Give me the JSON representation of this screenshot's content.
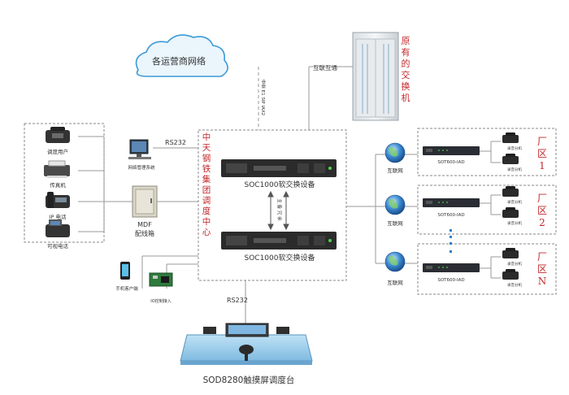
{
  "cloud_label": "各运营商网络",
  "carrier_link_label": "中继 E1 SIP IAX2",
  "old_switch": {
    "interconnect_label": "互联互通",
    "title_chars": [
      "原",
      "有",
      "的",
      "交",
      "换",
      "机"
    ]
  },
  "control_center": {
    "rs232_top": "RS232",
    "title_chars": [
      "中",
      "天",
      "钢",
      "铁",
      "集",
      "团",
      "调",
      "度",
      "中",
      "心"
    ]
  },
  "switch1_label": "SOC1000软交换设备",
  "switch2_label": "SOC1000软交换设备",
  "backup_link_label": "主 备 冗 余",
  "management_label": "网络管理系统",
  "mdf_label_1": "MDF",
  "mdf_label_2": "配线箱",
  "left_devices": [
    "调度用户",
    "传真机",
    "IP 电话",
    "可视电话"
  ],
  "mobile_label": "手机客户端",
  "io_label": "IO控制接入",
  "rs232_bottom": "RS232",
  "console_label": "SOD8280触摸屏调度台",
  "plants": [
    {
      "network": "互联网",
      "iad": "SOT600-IAD",
      "title_chars": [
        "厂",
        "区",
        "1"
      ],
      "phones": [
        "录音分机",
        "录音分机"
      ]
    },
    {
      "network": "互联网",
      "iad": "SOT600-IAD",
      "title_chars": [
        "厂",
        "区",
        "2"
      ],
      "phones": [
        "录音分机",
        "录音分机"
      ]
    },
    {
      "network": "互联网",
      "iad": "SOT600-IAD",
      "title_chars": [
        "厂",
        "区",
        "N"
      ],
      "phones": [
        "录音分机",
        "录音分机"
      ]
    }
  ],
  "colors": {
    "title_red": "#c2282b",
    "cloud_blue": "#3a9ad9",
    "globe_blue": "#2f7fc8",
    "device_dark": "#2b2b2b"
  }
}
